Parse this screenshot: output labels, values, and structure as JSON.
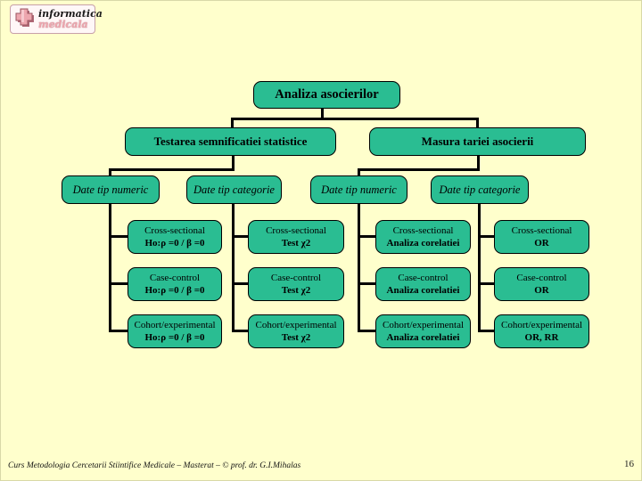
{
  "page": {
    "footer": "Curs Metodologia Cercetarii Stiintifice Medicale – Masterat – © prof. dr. G.I.Mihalas",
    "page_number": "16"
  },
  "logo": {
    "line1": "informatica",
    "line2": "medicala",
    "icon": "medical-cross-icon"
  },
  "colors": {
    "slide_background": "#FFFFCC",
    "node_fill": "#2ABD92",
    "node_border": "#000000",
    "connector": "#000000",
    "logo_pink": "#EDA6AE"
  },
  "tree": {
    "root": "Analiza asocierilor",
    "branches": [
      "Testarea semnificatiei statistice",
      "Masura tariei asocierii"
    ],
    "groups": [
      "Date tip numeric",
      "Date tip categorie",
      "Date tip numeric",
      "Date tip categorie"
    ],
    "columns": [
      {
        "items": [
          {
            "line1": "Cross-sectional",
            "line2": "Ho:ρ =0 / β =0"
          },
          {
            "line1": "Case-control",
            "line2": "Ho:ρ =0 / β =0"
          },
          {
            "line1": "Cohort/experimental",
            "line2": "Ho:ρ =0 / β =0"
          }
        ]
      },
      {
        "items": [
          {
            "line1": "Cross-sectional",
            "line2": "Test χ2"
          },
          {
            "line1": "Case-control",
            "line2": "Test χ2"
          },
          {
            "line1": "Cohort/experimental",
            "line2": "Test χ2"
          }
        ]
      },
      {
        "items": [
          {
            "line1": "Cross-sectional",
            "line2": "Analiza corelatiei"
          },
          {
            "line1": "Case-control",
            "line2": "Analiza corelatiei"
          },
          {
            "line1": "Cohort/experimental",
            "line2": "Analiza corelatiei"
          }
        ]
      },
      {
        "items": [
          {
            "line1": "Cross-sectional",
            "line2": "OR"
          },
          {
            "line1": "Case-control",
            "line2": "OR"
          },
          {
            "line1": "Cohort/experimental",
            "line2": "OR, RR"
          }
        ]
      }
    ]
  }
}
